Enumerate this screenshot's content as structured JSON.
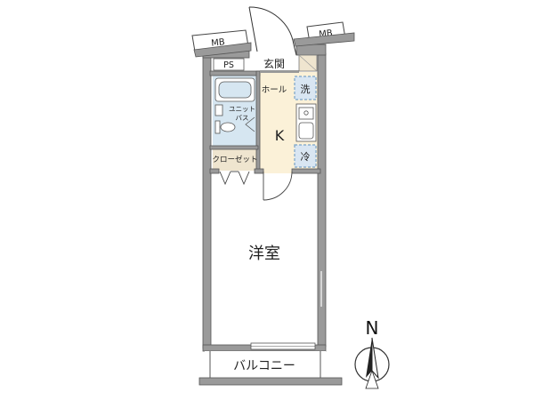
{
  "plan": {
    "labels": {
      "mb_left": "MB",
      "mb_right": "MB",
      "ps": "PS",
      "entrance": "玄関",
      "hall": "ホール",
      "washer": "洗",
      "unit_bath_line1": "ユニット",
      "unit_bath_line2": "バス",
      "kitchen": "K",
      "fridge": "冷",
      "closet": "クローゼット",
      "western_room": "洋室",
      "balcony": "バルコニー",
      "north": "N"
    },
    "colors": {
      "wall": "#9a9a9a",
      "wall_outline": "#555555",
      "floor_room": "#ffffff",
      "floor_kitchen": "#fbf1d8",
      "floor_bath": "#d6e6f1",
      "floor_closet": "#efe5cf",
      "dashed_box": "#7aa4c8"
    },
    "icons": [
      "door-swing-icon",
      "bathtub-icon",
      "toilet-icon",
      "sink-icon",
      "stove-icon",
      "compass-north-icon"
    ]
  }
}
